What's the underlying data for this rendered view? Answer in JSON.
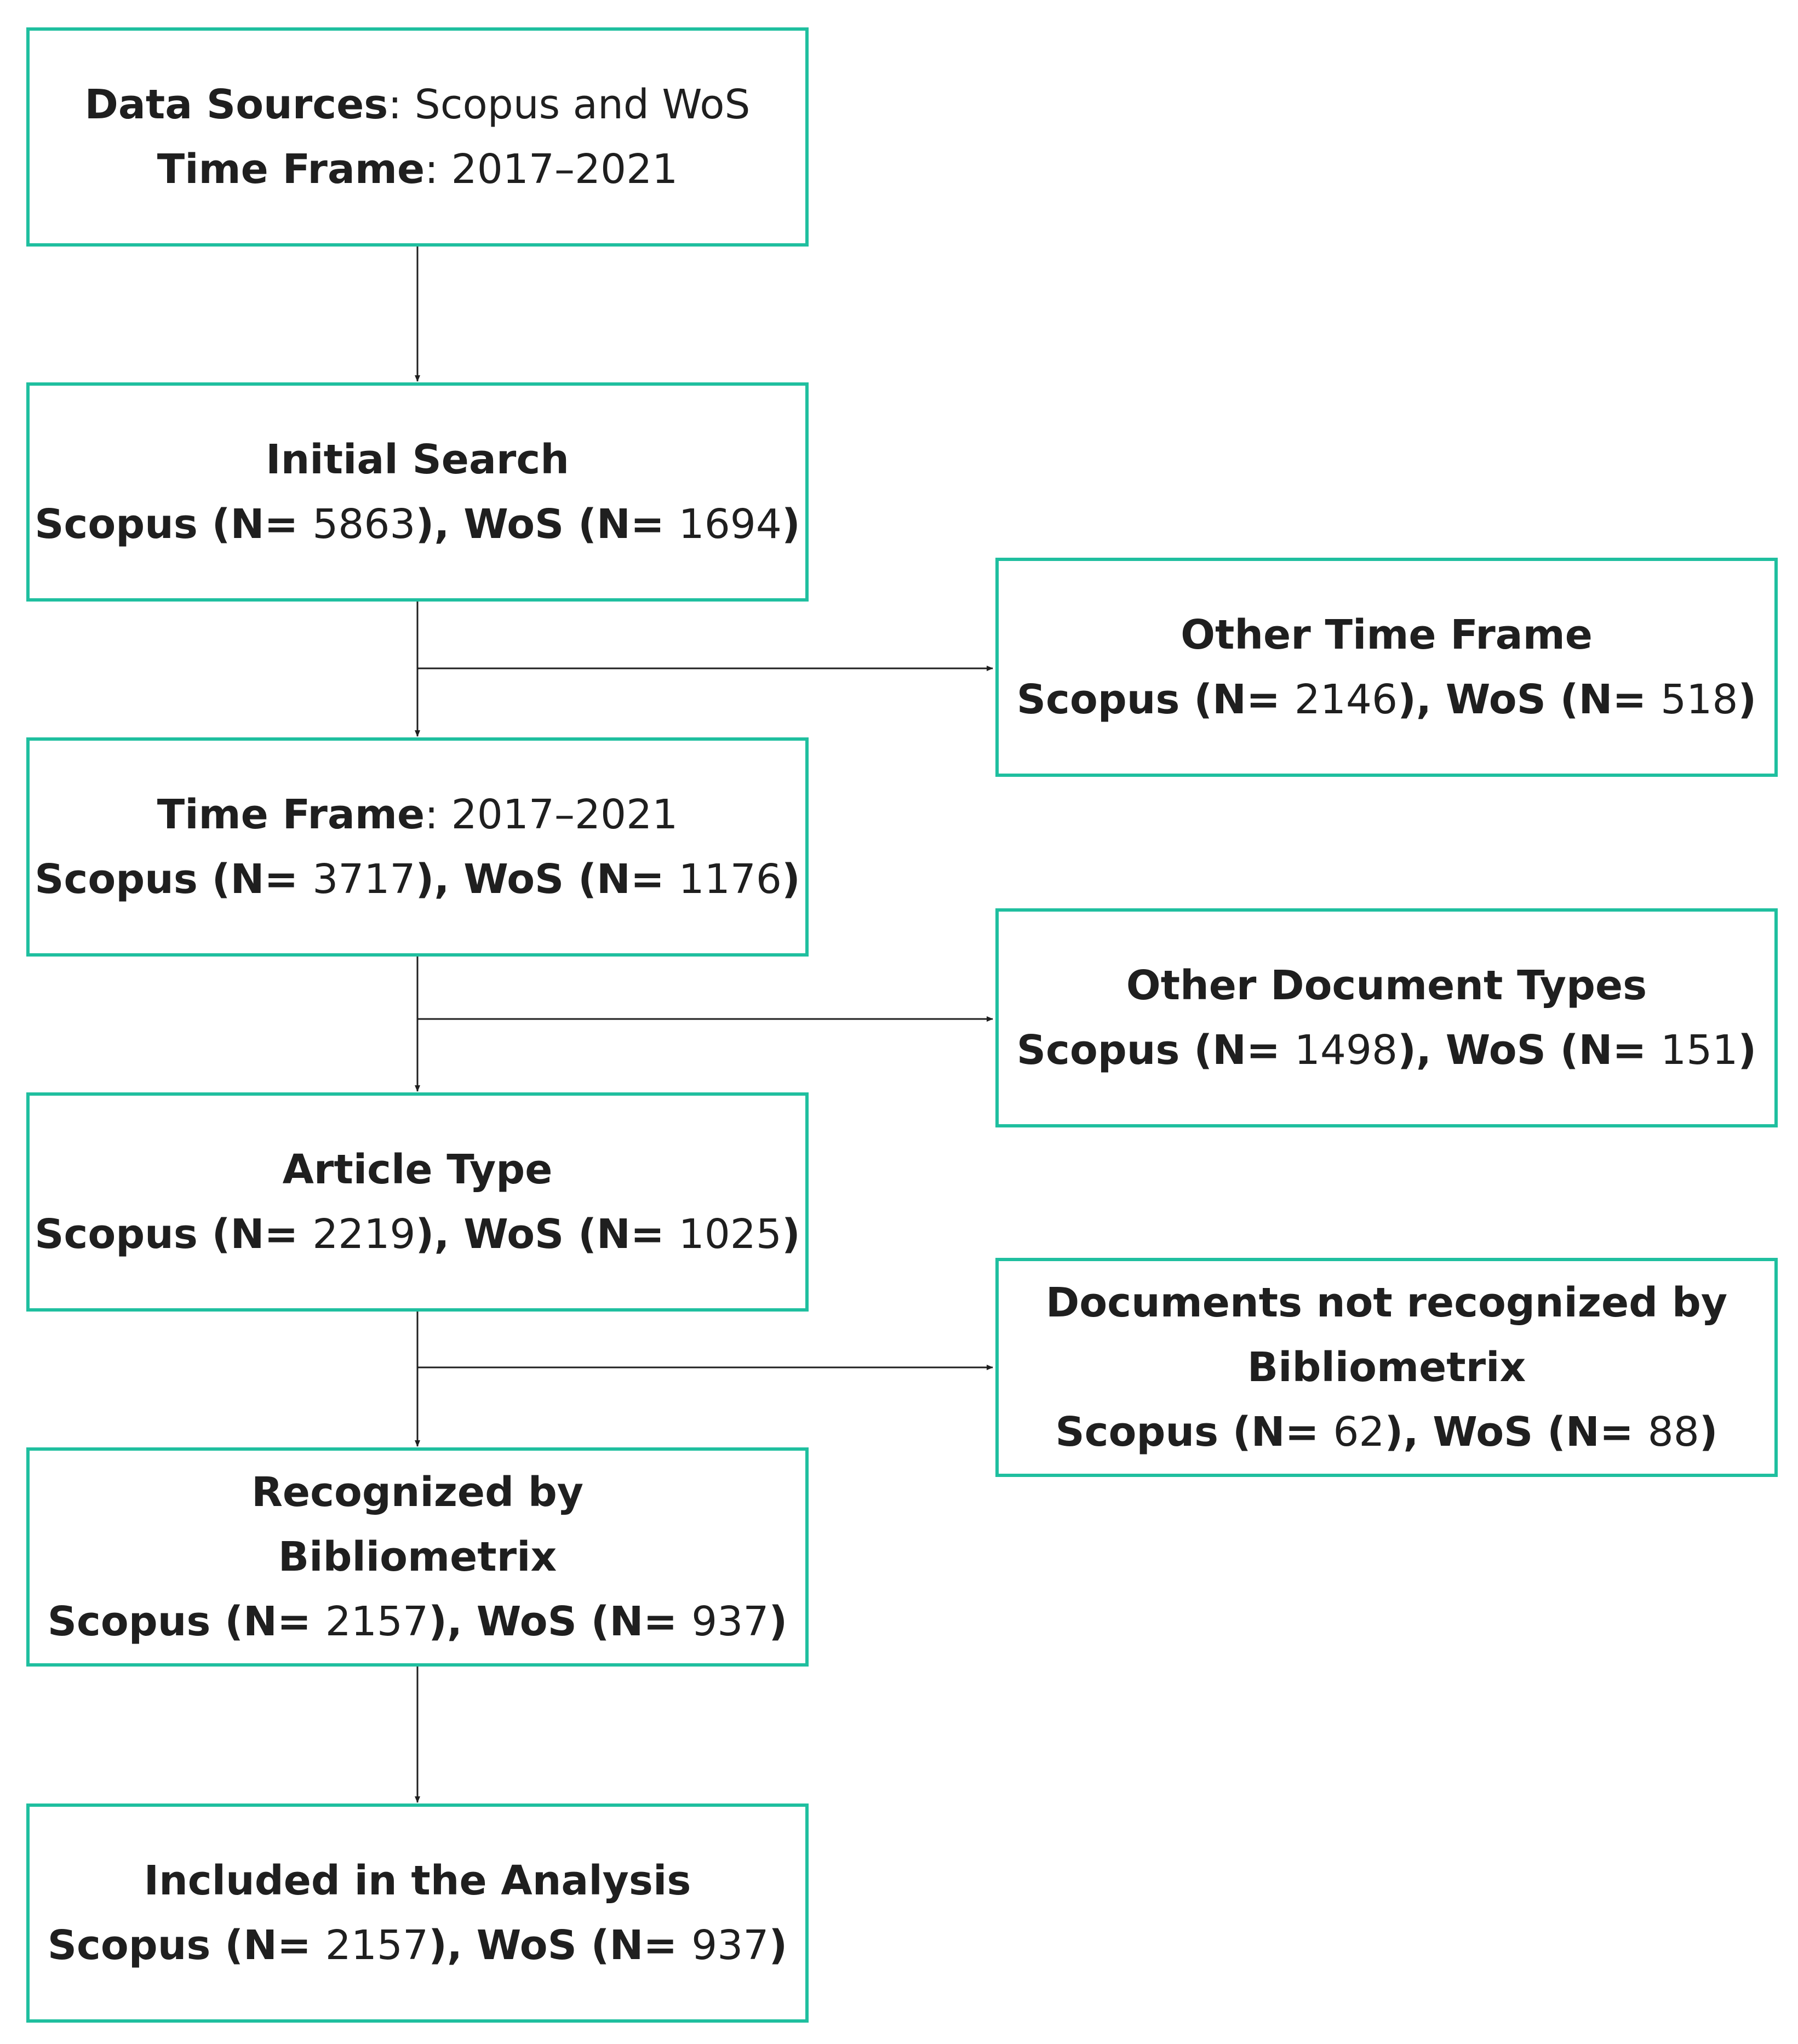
{
  "colors": {
    "box_border": "#1fbf9f",
    "arrow": "#1f1f1f"
  },
  "main_flow": {
    "sources": {
      "data_sources_label": "Data Sources",
      "data_sources_value": ": Scopus and WoS",
      "time_frame_label": "Time Frame",
      "time_frame_value": ": 2017–2021"
    },
    "initial_search": {
      "title": "Initial Search",
      "scopus_label": "Scopus (N= ",
      "scopus_n": "5863",
      "sep": "), ",
      "wos_label": "WoS (N= ",
      "wos_n": "1694",
      "close": ")"
    },
    "time_frame": {
      "label": "Time Frame",
      "value": ": 2017–2021",
      "scopus_label": "Scopus (N= ",
      "scopus_n": "3717",
      "sep": "), ",
      "wos_label": "WoS (N= ",
      "wos_n": "1176",
      "close": ")"
    },
    "article_type": {
      "title": "Article Type",
      "scopus_label": "Scopus (N= ",
      "scopus_n": "2219",
      "sep": "), ",
      "wos_label": "WoS (N= ",
      "wos_n": "1025",
      "close": ")"
    },
    "recognized": {
      "title_line1": "Recognized by",
      "title_line2": "Bibliometrix",
      "scopus_label": "Scopus (N= ",
      "scopus_n": "2157",
      "sep": "), ",
      "wos_label": "WoS (N= ",
      "wos_n": "937",
      "close": ")"
    },
    "included": {
      "title": "Included in the Analysis",
      "scopus_label": "Scopus (N= ",
      "scopus_n": "2157",
      "sep": "), ",
      "wos_label": "WoS (N= ",
      "wos_n": "937",
      "close": ")"
    }
  },
  "exclusions": {
    "other_time_frame": {
      "title": "Other Time Frame",
      "scopus_label": "Scopus (N= ",
      "scopus_n": "2146",
      "sep": "), ",
      "wos_label": "WoS (N= ",
      "wos_n": "518",
      "close": ")"
    },
    "other_doc_types": {
      "title": "Other Document Types",
      "scopus_label": "Scopus (N= ",
      "scopus_n": "1498",
      "sep": "), ",
      "wos_label": "WoS (N= ",
      "wos_n": "151",
      "close": ")"
    },
    "not_recognized": {
      "title_line1": "Documents not recognized by",
      "title_line2": "Bibliometrix",
      "scopus_label": "Scopus (N= ",
      "scopus_n": "62",
      "sep": "), ",
      "wos_label": "WoS (N= ",
      "wos_n": "88",
      "close": ")"
    }
  }
}
